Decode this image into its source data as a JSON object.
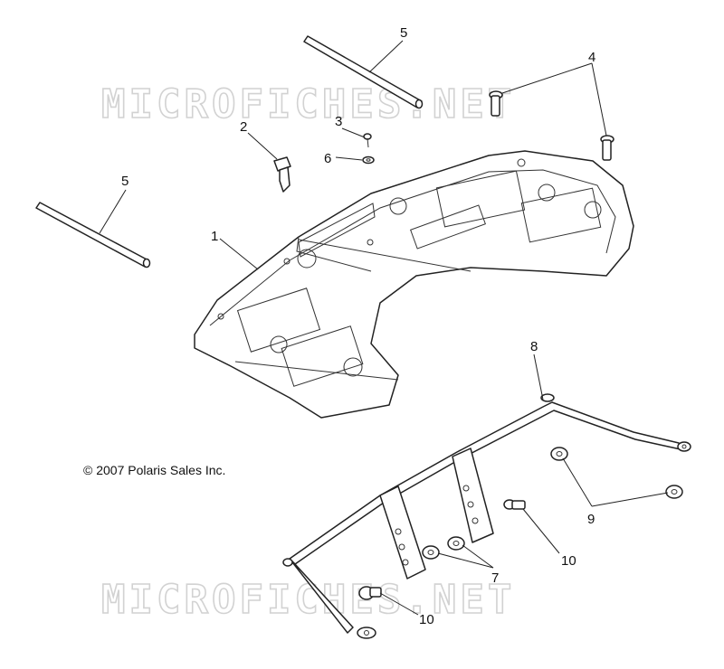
{
  "watermark": {
    "top": "MICROFICHES.NET",
    "bottom": "MICROFICHES.NET"
  },
  "copyright": "© 2007 Polaris Sales Inc.",
  "callouts": {
    "rack": "1",
    "bolt_large": "2",
    "screw_small": "3",
    "bolt_pair": "4",
    "rod_top": "5",
    "rod_left": "5",
    "washer": "6",
    "nut_pair": "7",
    "bracket_bar": "8",
    "nut_right": "9",
    "bolt_right": "10",
    "bolt_bottom": "10"
  }
}
